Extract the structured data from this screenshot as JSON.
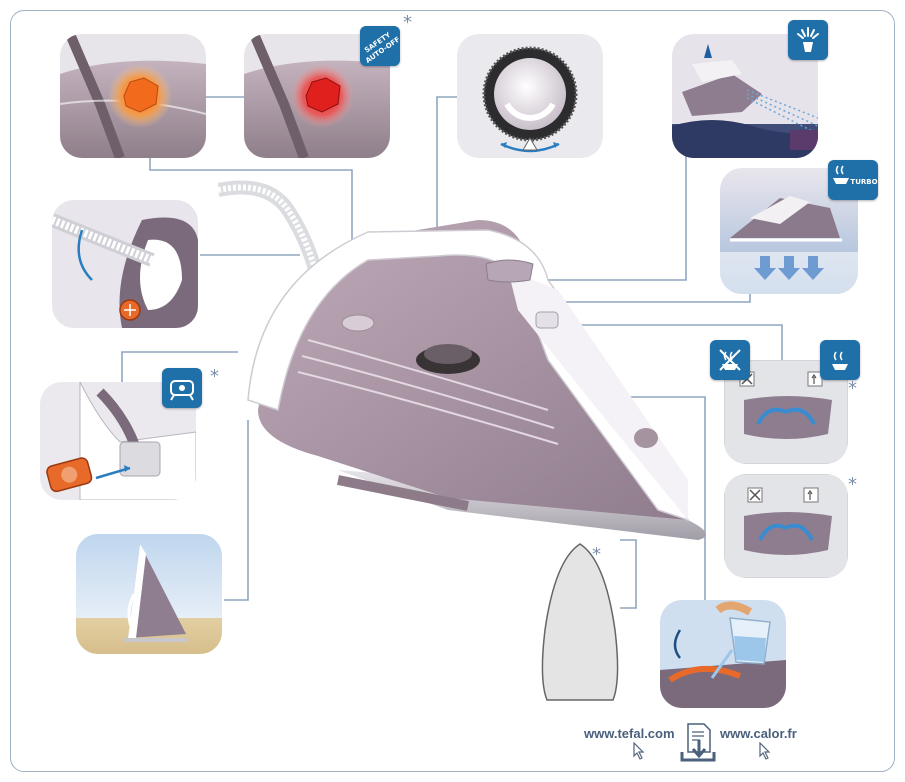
{
  "badges": {
    "safety": {
      "line1": "SAFETY",
      "line2": "AUTO-OFF"
    },
    "turbo": {
      "label": "TURBO"
    }
  },
  "footnote_mark": "*",
  "footer": {
    "site_left": "www.tefal.com",
    "site_right": "www.calor.fr"
  },
  "icons": [
    "steam-jet-icon",
    "turbo-steam-icon",
    "safety-auto-off-icon",
    "anti-calc-collector-icon",
    "no-steam-icon",
    "steam-icon",
    "download-icon",
    "cursor-icon"
  ]
}
